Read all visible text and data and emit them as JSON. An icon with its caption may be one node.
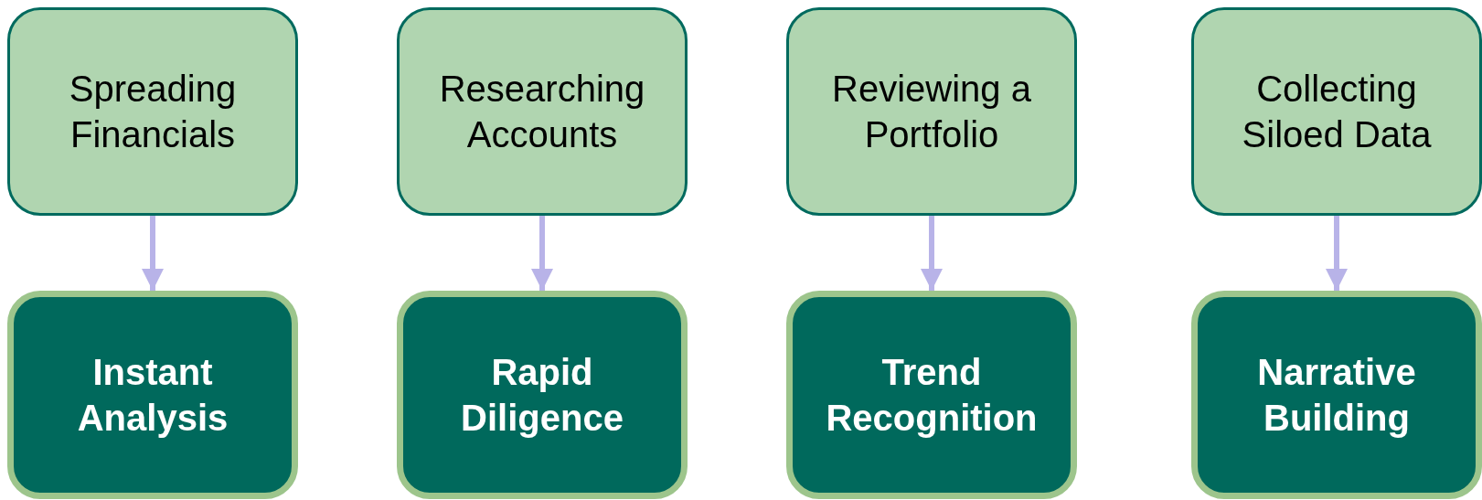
{
  "diagram": {
    "nodes": [
      {
        "text": [
          "Spreading Financials"
        ]
      },
      {
        "text": [
          "Researching Accounts"
        ]
      },
      {
        "text": [
          "Reviewing a Portfolio"
        ]
      },
      {
        "text": [
          "Collecting Siloed Data"
        ]
      },
      {
        "text": [
          "Instant Analysis"
        ]
      },
      {
        "text": [
          "Rapid Diligence"
        ]
      },
      {
        "text": [
          "Trend Recognition"
        ]
      },
      {
        "text": [
          "Narrative Building"
        ]
      }
    ],
    "edges": [
      {
        "from": 0,
        "to": 4,
        "arrow": "to"
      },
      {
        "from": 1,
        "to": 5,
        "arrow": "to"
      },
      {
        "from": 2,
        "to": 6,
        "arrow": "to"
      },
      {
        "from": 3,
        "to": 7,
        "arrow": "to"
      }
    ]
  }
}
